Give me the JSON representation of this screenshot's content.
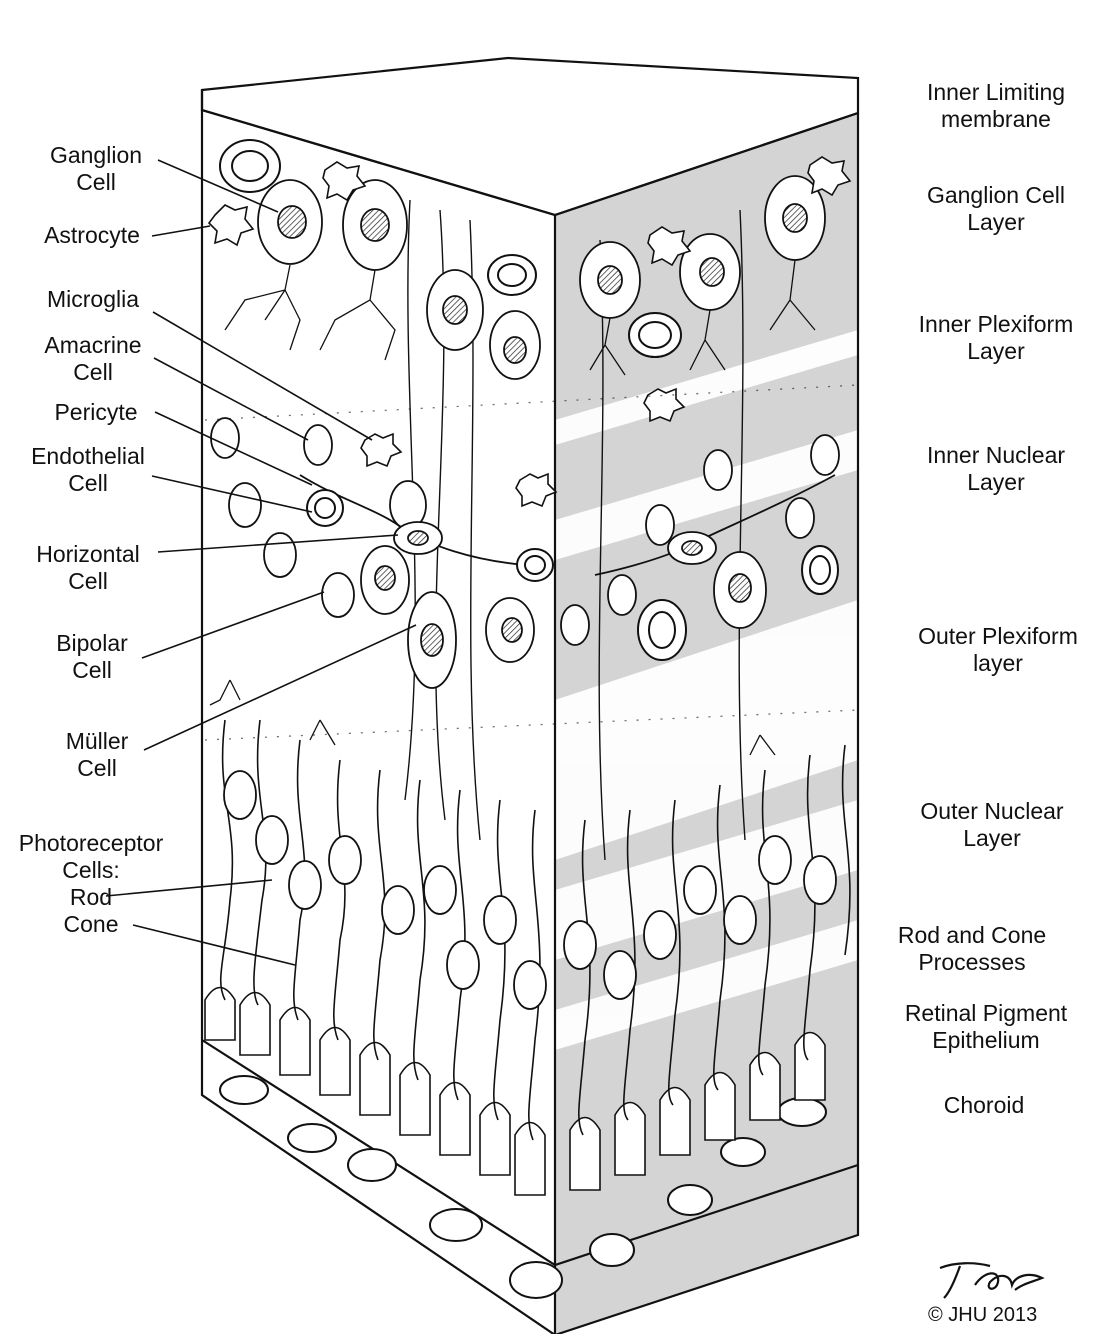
{
  "left_labels": [
    {
      "id": "ganglion",
      "lines": [
        "Ganglion",
        "Cell"
      ]
    },
    {
      "id": "astrocyte",
      "lines": [
        "Astrocyte"
      ]
    },
    {
      "id": "microglia",
      "lines": [
        "Microglia"
      ]
    },
    {
      "id": "amacrine",
      "lines": [
        "Amacrine",
        "Cell"
      ]
    },
    {
      "id": "pericyte",
      "lines": [
        "Pericyte"
      ]
    },
    {
      "id": "endothelial",
      "lines": [
        "Endothelial",
        "Cell"
      ]
    },
    {
      "id": "horizontal",
      "lines": [
        "Horizontal",
        "Cell"
      ]
    },
    {
      "id": "bipolar",
      "lines": [
        "Bipolar",
        "Cell"
      ]
    },
    {
      "id": "muller",
      "lines": [
        "Müller",
        "Cell"
      ]
    },
    {
      "id": "photoreceptor",
      "lines": [
        "Photoreceptor",
        "Cells:",
        "Rod",
        "Cone"
      ]
    }
  ],
  "right_labels": [
    {
      "id": "ilm",
      "lines": [
        "Inner Limiting",
        "membrane"
      ]
    },
    {
      "id": "gcl",
      "lines": [
        "Ganglion Cell",
        "Layer"
      ]
    },
    {
      "id": "ipl",
      "lines": [
        "Inner Plexiform",
        "Layer"
      ]
    },
    {
      "id": "inl",
      "lines": [
        "Inner Nuclear",
        "Layer"
      ]
    },
    {
      "id": "opl",
      "lines": [
        "Outer Plexiform",
        "layer"
      ]
    },
    {
      "id": "onl",
      "lines": [
        "Outer Nuclear",
        "Layer"
      ]
    },
    {
      "id": "rcp",
      "lines": [
        "Rod and Cone",
        "Processes"
      ]
    },
    {
      "id": "rpe",
      "lines": [
        "Retinal Pigment",
        "Epithelium"
      ]
    },
    {
      "id": "choroid",
      "lines": [
        "Choroid"
      ]
    }
  ],
  "copyright": "© JHU 2013",
  "signature": "T Phelps",
  "colors": {
    "ink": "#111111",
    "shade": "#d4d4d4",
    "paper": "#ffffff"
  }
}
